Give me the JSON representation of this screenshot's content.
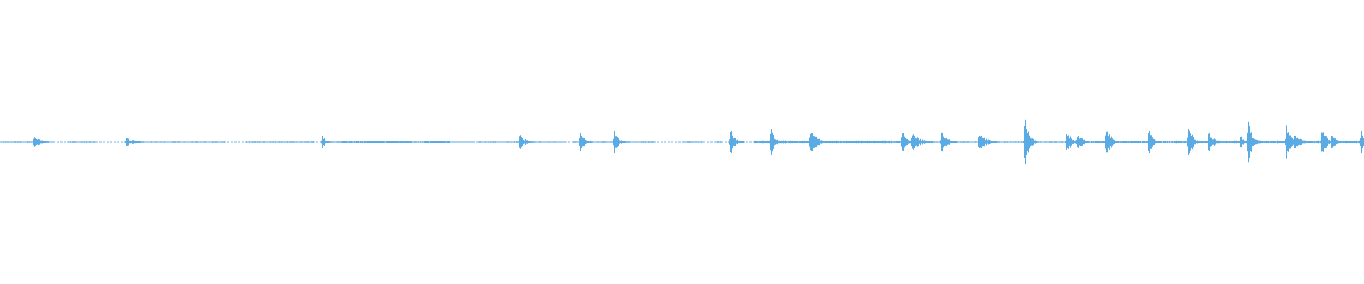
{
  "waveform": {
    "color": "#5aaae3",
    "seed": 7,
    "baseline_amplitude": 0.004,
    "noise_segments": [
      [
        0.25,
        0.35,
        0.01
      ],
      [
        0.53,
        0.68,
        0.012
      ],
      [
        0.8,
        0.86,
        0.008
      ],
      [
        0.86,
        1.0,
        0.012
      ]
    ],
    "gaps": [
      [
        0.03,
        0.05
      ],
      [
        0.07,
        0.11
      ],
      [
        0.165,
        0.18
      ],
      [
        0.23,
        0.24
      ],
      [
        0.3,
        0.31
      ],
      [
        0.33,
        0.35
      ],
      [
        0.415,
        0.42
      ],
      [
        0.48,
        0.5
      ],
      [
        0.515,
        0.525
      ],
      [
        0.53,
        0.54
      ],
      [
        0.545,
        0.553
      ]
    ],
    "events": [
      {
        "t": 0.025,
        "amp": 0.04,
        "width": 0.005
      },
      {
        "t": 0.093,
        "amp": 0.03,
        "width": 0.006
      },
      {
        "t": 0.236,
        "amp": 0.05,
        "width": 0.003
      },
      {
        "t": 0.288,
        "amp": 0.01,
        "width": 0.02
      },
      {
        "t": 0.381,
        "amp": 0.055,
        "width": 0.004
      },
      {
        "t": 0.425,
        "amp": 0.08,
        "width": 0.003
      },
      {
        "t": 0.45,
        "amp": 0.09,
        "width": 0.003
      },
      {
        "t": 0.535,
        "amp": 0.11,
        "width": 0.003
      },
      {
        "t": 0.565,
        "amp": 0.1,
        "width": 0.003
      },
      {
        "t": 0.594,
        "amp": 0.11,
        "width": 0.004
      },
      {
        "t": 0.661,
        "amp": 0.1,
        "width": 0.003
      },
      {
        "t": 0.669,
        "amp": 0.06,
        "width": 0.006
      },
      {
        "t": 0.69,
        "amp": 0.09,
        "width": 0.004
      },
      {
        "t": 0.718,
        "amp": 0.07,
        "width": 0.005
      },
      {
        "t": 0.751,
        "amp": 0.19,
        "width": 0.003
      },
      {
        "t": 0.782,
        "amp": 0.07,
        "width": 0.004
      },
      {
        "t": 0.79,
        "amp": 0.06,
        "width": 0.004
      },
      {
        "t": 0.811,
        "amp": 0.13,
        "width": 0.003
      },
      {
        "t": 0.842,
        "amp": 0.1,
        "width": 0.003
      },
      {
        "t": 0.871,
        "amp": 0.14,
        "width": 0.003
      },
      {
        "t": 0.886,
        "amp": 0.07,
        "width": 0.004
      },
      {
        "t": 0.909,
        "amp": 0.05,
        "width": 0.003
      },
      {
        "t": 0.915,
        "amp": 0.15,
        "width": 0.003
      },
      {
        "t": 0.943,
        "amp": 0.16,
        "width": 0.003
      },
      {
        "t": 0.949,
        "amp": 0.06,
        "width": 0.005
      },
      {
        "t": 0.969,
        "amp": 0.12,
        "width": 0.003
      },
      {
        "t": 0.976,
        "amp": 0.05,
        "width": 0.004
      },
      {
        "t": 0.998,
        "amp": 0.08,
        "width": 0.003
      }
    ]
  }
}
